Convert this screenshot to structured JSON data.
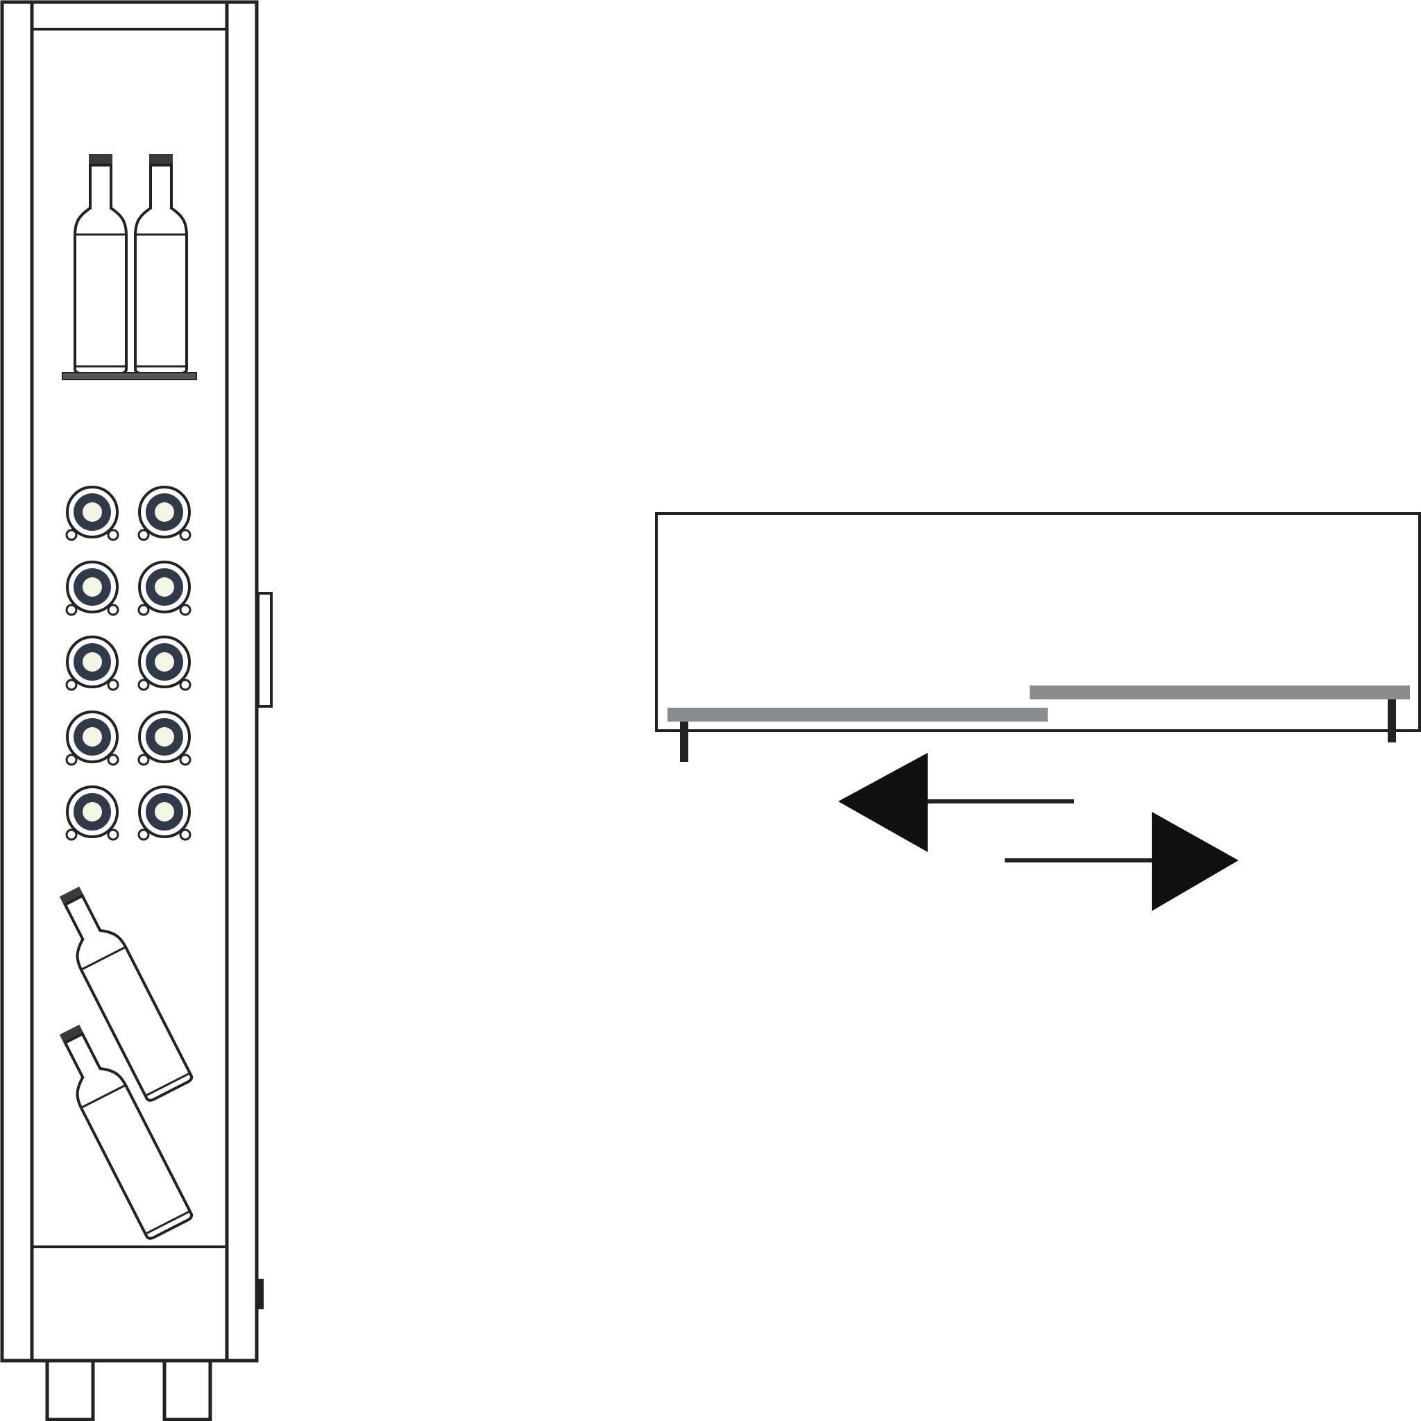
{
  "colors": {
    "line": "#222222",
    "background": "#ffffff",
    "shelf": "#8a8d90",
    "bottle_cap": "#3a3a3a",
    "bottle_end_ring": "#2f3a4a",
    "bottle_end_center": "#f3f6e2"
  },
  "elements": {
    "cabinet": {
      "upright_bottles": 2,
      "bottle_ends_rows": 5,
      "bottle_ends_cols": 2,
      "tilted_bottles": 2,
      "feet": 2
    },
    "drawer": {
      "runners": 2,
      "legs": 2
    },
    "arrows": {
      "left": "arrow-left-icon",
      "right": "arrow-right-icon"
    }
  }
}
